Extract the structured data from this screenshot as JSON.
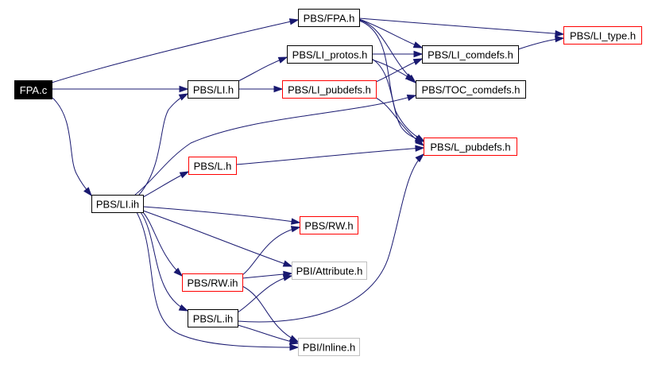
{
  "diagram": {
    "type": "include-dependency-graph",
    "colors": {
      "edge": "#191970",
      "root_fill": "#000000",
      "root_text": "#ffffff",
      "normal_border": "#000000",
      "undocumented_border": "#ff0000",
      "external_border": "#bfbfbf",
      "text": "#000000"
    },
    "nodes": [
      {
        "id": "fpa_c",
        "label": "FPA.c",
        "kind": "root"
      },
      {
        "id": "pbs_fpa_h",
        "label": "PBS/FPA.h",
        "kind": "normal"
      },
      {
        "id": "pbs_li_type_h",
        "label": "PBS/LI_type.h",
        "kind": "undocumented"
      },
      {
        "id": "pbs_li_protos_h",
        "label": "PBS/LI_protos.h",
        "kind": "normal"
      },
      {
        "id": "pbs_li_comdefs_h",
        "label": "PBS/LI_comdefs.h",
        "kind": "normal"
      },
      {
        "id": "pbs_li_h",
        "label": "PBS/LI.h",
        "kind": "normal"
      },
      {
        "id": "pbs_li_pubdefs_h",
        "label": "PBS/LI_pubdefs.h",
        "kind": "undocumented"
      },
      {
        "id": "pbs_toc_comdefs_h",
        "label": "PBS/TOC_comdefs.h",
        "kind": "normal"
      },
      {
        "id": "pbs_l_pubdefs_h",
        "label": "PBS/L_pubdefs.h",
        "kind": "undocumented"
      },
      {
        "id": "pbs_l_h",
        "label": "PBS/L.h",
        "kind": "undocumented"
      },
      {
        "id": "pbs_li_ih",
        "label": "PBS/LI.ih",
        "kind": "normal"
      },
      {
        "id": "pbs_rw_h",
        "label": "PBS/RW.h",
        "kind": "undocumented"
      },
      {
        "id": "pbi_attribute_h",
        "label": "PBI/Attribute.h",
        "kind": "external"
      },
      {
        "id": "pbs_rw_ih",
        "label": "PBS/RW.ih",
        "kind": "undocumented"
      },
      {
        "id": "pbs_l_ih",
        "label": "PBS/L.ih",
        "kind": "normal"
      },
      {
        "id": "pbi_inline_h",
        "label": "PBI/Inline.h",
        "kind": "external"
      }
    ],
    "edges": [
      {
        "from": "fpa_c",
        "to": "pbs_fpa_h"
      },
      {
        "from": "fpa_c",
        "to": "pbs_li_h"
      },
      {
        "from": "fpa_c",
        "to": "pbs_li_ih"
      },
      {
        "from": "pbs_fpa_h",
        "to": "pbs_li_type_h"
      },
      {
        "from": "pbs_fpa_h",
        "to": "pbs_li_comdefs_h"
      },
      {
        "from": "pbs_fpa_h",
        "to": "pbs_toc_comdefs_h"
      },
      {
        "from": "pbs_fpa_h",
        "to": "pbs_l_pubdefs_h"
      },
      {
        "from": "pbs_li_comdefs_h",
        "to": "pbs_li_type_h"
      },
      {
        "from": "pbs_li_h",
        "to": "pbs_li_protos_h"
      },
      {
        "from": "pbs_li_h",
        "to": "pbs_li_pubdefs_h"
      },
      {
        "from": "pbs_li_protos_h",
        "to": "pbs_li_comdefs_h"
      },
      {
        "from": "pbs_li_protos_h",
        "to": "pbs_toc_comdefs_h"
      },
      {
        "from": "pbs_li_protos_h",
        "to": "pbs_l_pubdefs_h"
      },
      {
        "from": "pbs_li_pubdefs_h",
        "to": "pbs_li_comdefs_h"
      },
      {
        "from": "pbs_li_pubdefs_h",
        "to": "pbs_l_pubdefs_h"
      },
      {
        "from": "pbs_l_h",
        "to": "pbs_l_pubdefs_h"
      },
      {
        "from": "pbs_li_ih",
        "to": "pbs_li_h"
      },
      {
        "from": "pbs_li_ih",
        "to": "pbs_toc_comdefs_h"
      },
      {
        "from": "pbs_li_ih",
        "to": "pbs_l_h"
      },
      {
        "from": "pbs_li_ih",
        "to": "pbs_rw_h"
      },
      {
        "from": "pbs_li_ih",
        "to": "pbi_attribute_h"
      },
      {
        "from": "pbs_li_ih",
        "to": "pbs_rw_ih"
      },
      {
        "from": "pbs_li_ih",
        "to": "pbs_l_ih"
      },
      {
        "from": "pbs_li_ih",
        "to": "pbi_inline_h"
      },
      {
        "from": "pbs_rw_ih",
        "to": "pbs_rw_h"
      },
      {
        "from": "pbs_rw_ih",
        "to": "pbi_attribute_h"
      },
      {
        "from": "pbs_rw_ih",
        "to": "pbi_inline_h"
      },
      {
        "from": "pbs_l_ih",
        "to": "pbi_attribute_h"
      },
      {
        "from": "pbs_l_ih",
        "to": "pbs_l_pubdefs_h"
      },
      {
        "from": "pbs_l_ih",
        "to": "pbi_inline_h"
      }
    ]
  }
}
